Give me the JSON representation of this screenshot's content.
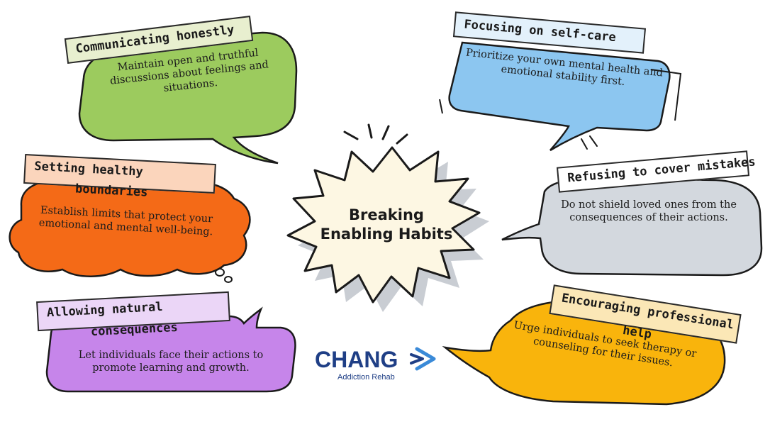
{
  "center": {
    "line1": "Breaking",
    "line2": "Enabling Habits"
  },
  "cards": {
    "communicating": {
      "title": "Communicating honestly",
      "body": "Maintain open and truthful discussions about feelings and situations.",
      "color": "#9ccb5e"
    },
    "self_care": {
      "title": "Focusing on self-care",
      "body": "Prioritize your own mental health and emotional stability first.",
      "color": "#8cc6f0"
    },
    "boundaries": {
      "title_line1": "Setting healthy",
      "title_line2": "boundaries",
      "body": "Establish limits that protect your emotional and mental well-being.",
      "color": "#f46a17"
    },
    "cover_mistakes": {
      "title": "Refusing to cover mistakes",
      "body": "Do not shield loved ones from the consequences of their actions.",
      "color": "#d3d8de"
    },
    "natural": {
      "title_line1": "Allowing natural",
      "title_line2": "consequences",
      "body": "Let individuals face their actions to promote learning and growth.",
      "color": "#c685ea"
    },
    "professional": {
      "title_line1": "Encouraging professional",
      "title_line2": "help",
      "body": "Urge individuals to seek therapy or counseling for their issues.",
      "color": "#f9b40c"
    }
  },
  "logo": {
    "name": "CHANG",
    "tagline": "Addiction Rehab",
    "color": "#1f3f86"
  }
}
